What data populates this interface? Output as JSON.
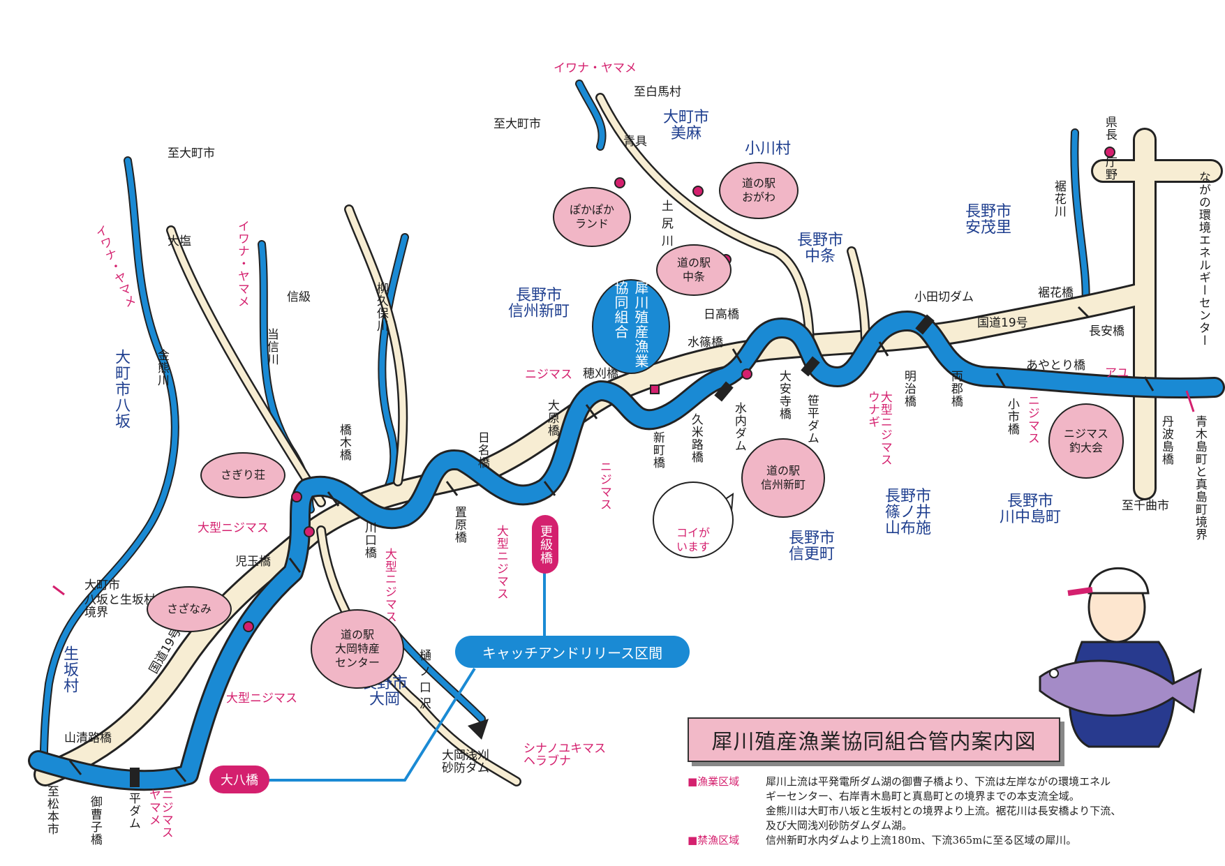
{
  "title": "犀川殖産漁業協同組合管内案内図",
  "legend": [
    {
      "key": "■漁業区域",
      "lines": [
        "犀川上流は平発電所ダム湖の御曹子橋より、下流は左岸ながの環境エネル",
        "ギーセンター、右岸青木島町と真島町との境界までの本支流全域。",
        "金熊川は大町市八坂と生坂村との境界より上流。裾花川は長安橋より下流、",
        "及び大岡浅刈砂防ダムダム湖。"
      ]
    },
    {
      "key": "■禁漁区域",
      "lines": [
        "信州新町水内ダムより上流180m、下流365mに至る区域の犀川。"
      ]
    }
  ],
  "catch_release": "キャッチアンドリリース区間",
  "pills": {
    "daihachi": "大八橋",
    "sarashina": "更級橋"
  },
  "association": "犀川殖産漁業協同組合",
  "bubbles": {
    "pokapoka": "ぽかぽか\nランド",
    "ogawa": "道の駅\nおがわ",
    "nakajo": "道の駅\n中条",
    "sagiri": "さぎり荘",
    "sazanami": "さざなみ",
    "ooka": "道の駅\n大岡特産\nセンター",
    "shinmachi": "道の駅\n信州新町",
    "koi": "コイが\nいます",
    "tsuri": "ニジマス\n釣大会"
  },
  "places": {
    "omachi_yasaka": "大町市八坂",
    "ikusaka": "生坂村",
    "omachi_miasa": "大町市\n美麻",
    "ogawa_mura": "小川村",
    "nagano_shinshushinmachi": "長野市\n信州新町",
    "nagano_nakajo": "長野市\n中条",
    "nagano_yamoizato": "長野市\n安茂里",
    "nagano_ooka": "長野市\n大岡",
    "nagano_shinkocho": "長野市\n信更町",
    "nagano_shinonoi": "長野市\n篠ノ井\n山布施",
    "nagano_kawanakajima": "長野市\n川中島町"
  },
  "labels": {
    "to_omachi1": "至大町市",
    "to_omachi2": "至大町市",
    "to_hakuba": "至白馬村",
    "to_matsumoto": "至松本市",
    "to_chikuma": "至千曲市",
    "aogu": "青具",
    "oshio": "大塩",
    "shinkyu": "信級",
    "yasashi": "八坂と生坂村\n境界",
    "yasashi_top": "大町市",
    "kodamabashi": "児玉橋",
    "yamakiyoji": "山清路橋",
    "odatagiri": "小田切ダム",
    "route19a": "国道19号",
    "route19b": "国道19号",
    "hidaka": "日高橋",
    "mizushino": "水篠橋",
    "susobana_bridge": "裾花橋",
    "nagayasu": "長安橋",
    "ayatori": "あやとり橋",
    "hozumi": "穂刈橋",
    "ooka_dam": "大岡浅刈\n砂防ダム"
  },
  "vlabels": {
    "kanakuma": "金熊川",
    "hashigi": "橋木橋",
    "toshin": "当信川",
    "yanagikubo": "柳久保川",
    "kawaguchi": "川口橋",
    "okihara": "置原橋",
    "himei": "日名橋",
    "oohara": "大原橋",
    "shinmachi_b": "新町橋",
    "kume": "久米路橋",
    "minochi": "水内ダム",
    "daianji": "大安寺橋",
    "sasadaira": "笹平ダム",
    "meiji": "明治橋",
    "ryogun": "両郡橋",
    "koichi": "小市橋",
    "tanba": "丹波島橋",
    "tsuchijiri": "土尻川",
    "susobana_river": "裾花川",
    "prefecture": "県長\n庁野",
    "hi_dam": "平ダム",
    "onzoshi": "御曹子橋",
    "tonokuchi": "樋ノ口沢",
    "env_center": "ながの環境エネルギーセンター",
    "aoki": "青木島町と真島町境界",
    "to_matsumoto_v": "至松本市"
  },
  "fish": {
    "iwana1": "イワナ・ヤマメ",
    "iwana2": "イワナ・ヤマメ",
    "iwana3": "イワナ・ヤマメ",
    "niji1": "ニジマス",
    "niji2": "ニジマス",
    "niji3": "ニジマス",
    "oniji1": "大型ニジマス",
    "oniji2": "大型ニジマス",
    "oniji3": "大型ニジマス",
    "oniji4": "大型ニジマス",
    "oniji_unagi": "大型ニジマス\nウナギ",
    "nijiyamame": "ニジマス\nヤマメ",
    "shinano": "シナノユキマス\nヘラブナ",
    "ayu": "アユ"
  },
  "colors": {
    "river": "#1a8ad4",
    "road": "#f7edd3",
    "bubble": "#f1b6c6",
    "accent": "#d4206e",
    "place": "#1f3f8f"
  }
}
